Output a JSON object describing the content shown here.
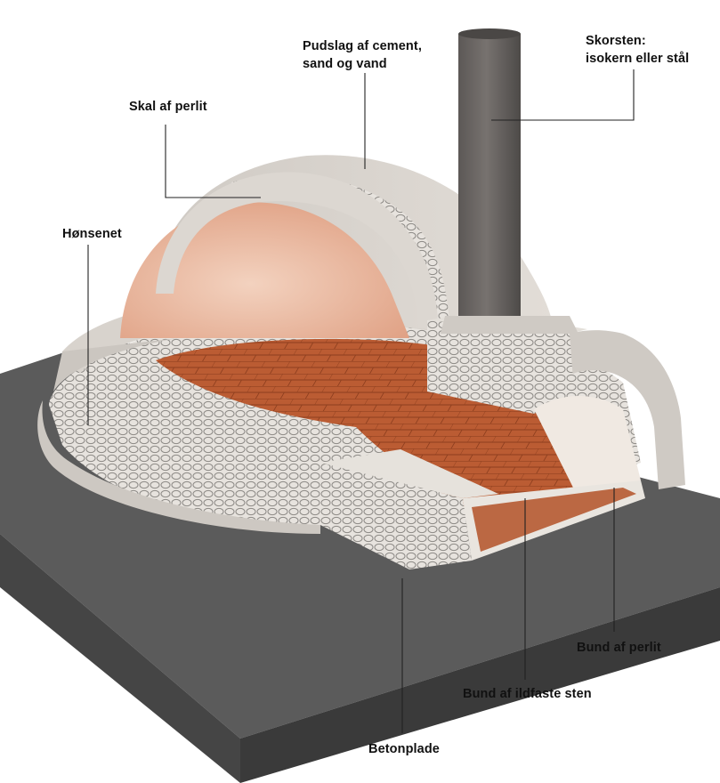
{
  "labels": {
    "plaster": {
      "line1": "Pudslag af cement,",
      "line2": "sand og vand"
    },
    "chimney": {
      "line1": "Skorsten:",
      "line2": "isokern eller stål"
    },
    "shell": "Skal af perlit",
    "mesh": "Hønsenet",
    "perlite_floor": "Bund af perlit",
    "firebrick_floor": "Bund af ildfaste sten",
    "slab": "Betonplade"
  },
  "colors": {
    "slab_top": "#5b5b5b",
    "slab_side": "#3f3f3f",
    "plaster": "#d8d3cd",
    "perlite": "#ece8e2",
    "interior": "#e9b9a0",
    "brick": "#b85a32",
    "chimney": "#6a6664"
  }
}
